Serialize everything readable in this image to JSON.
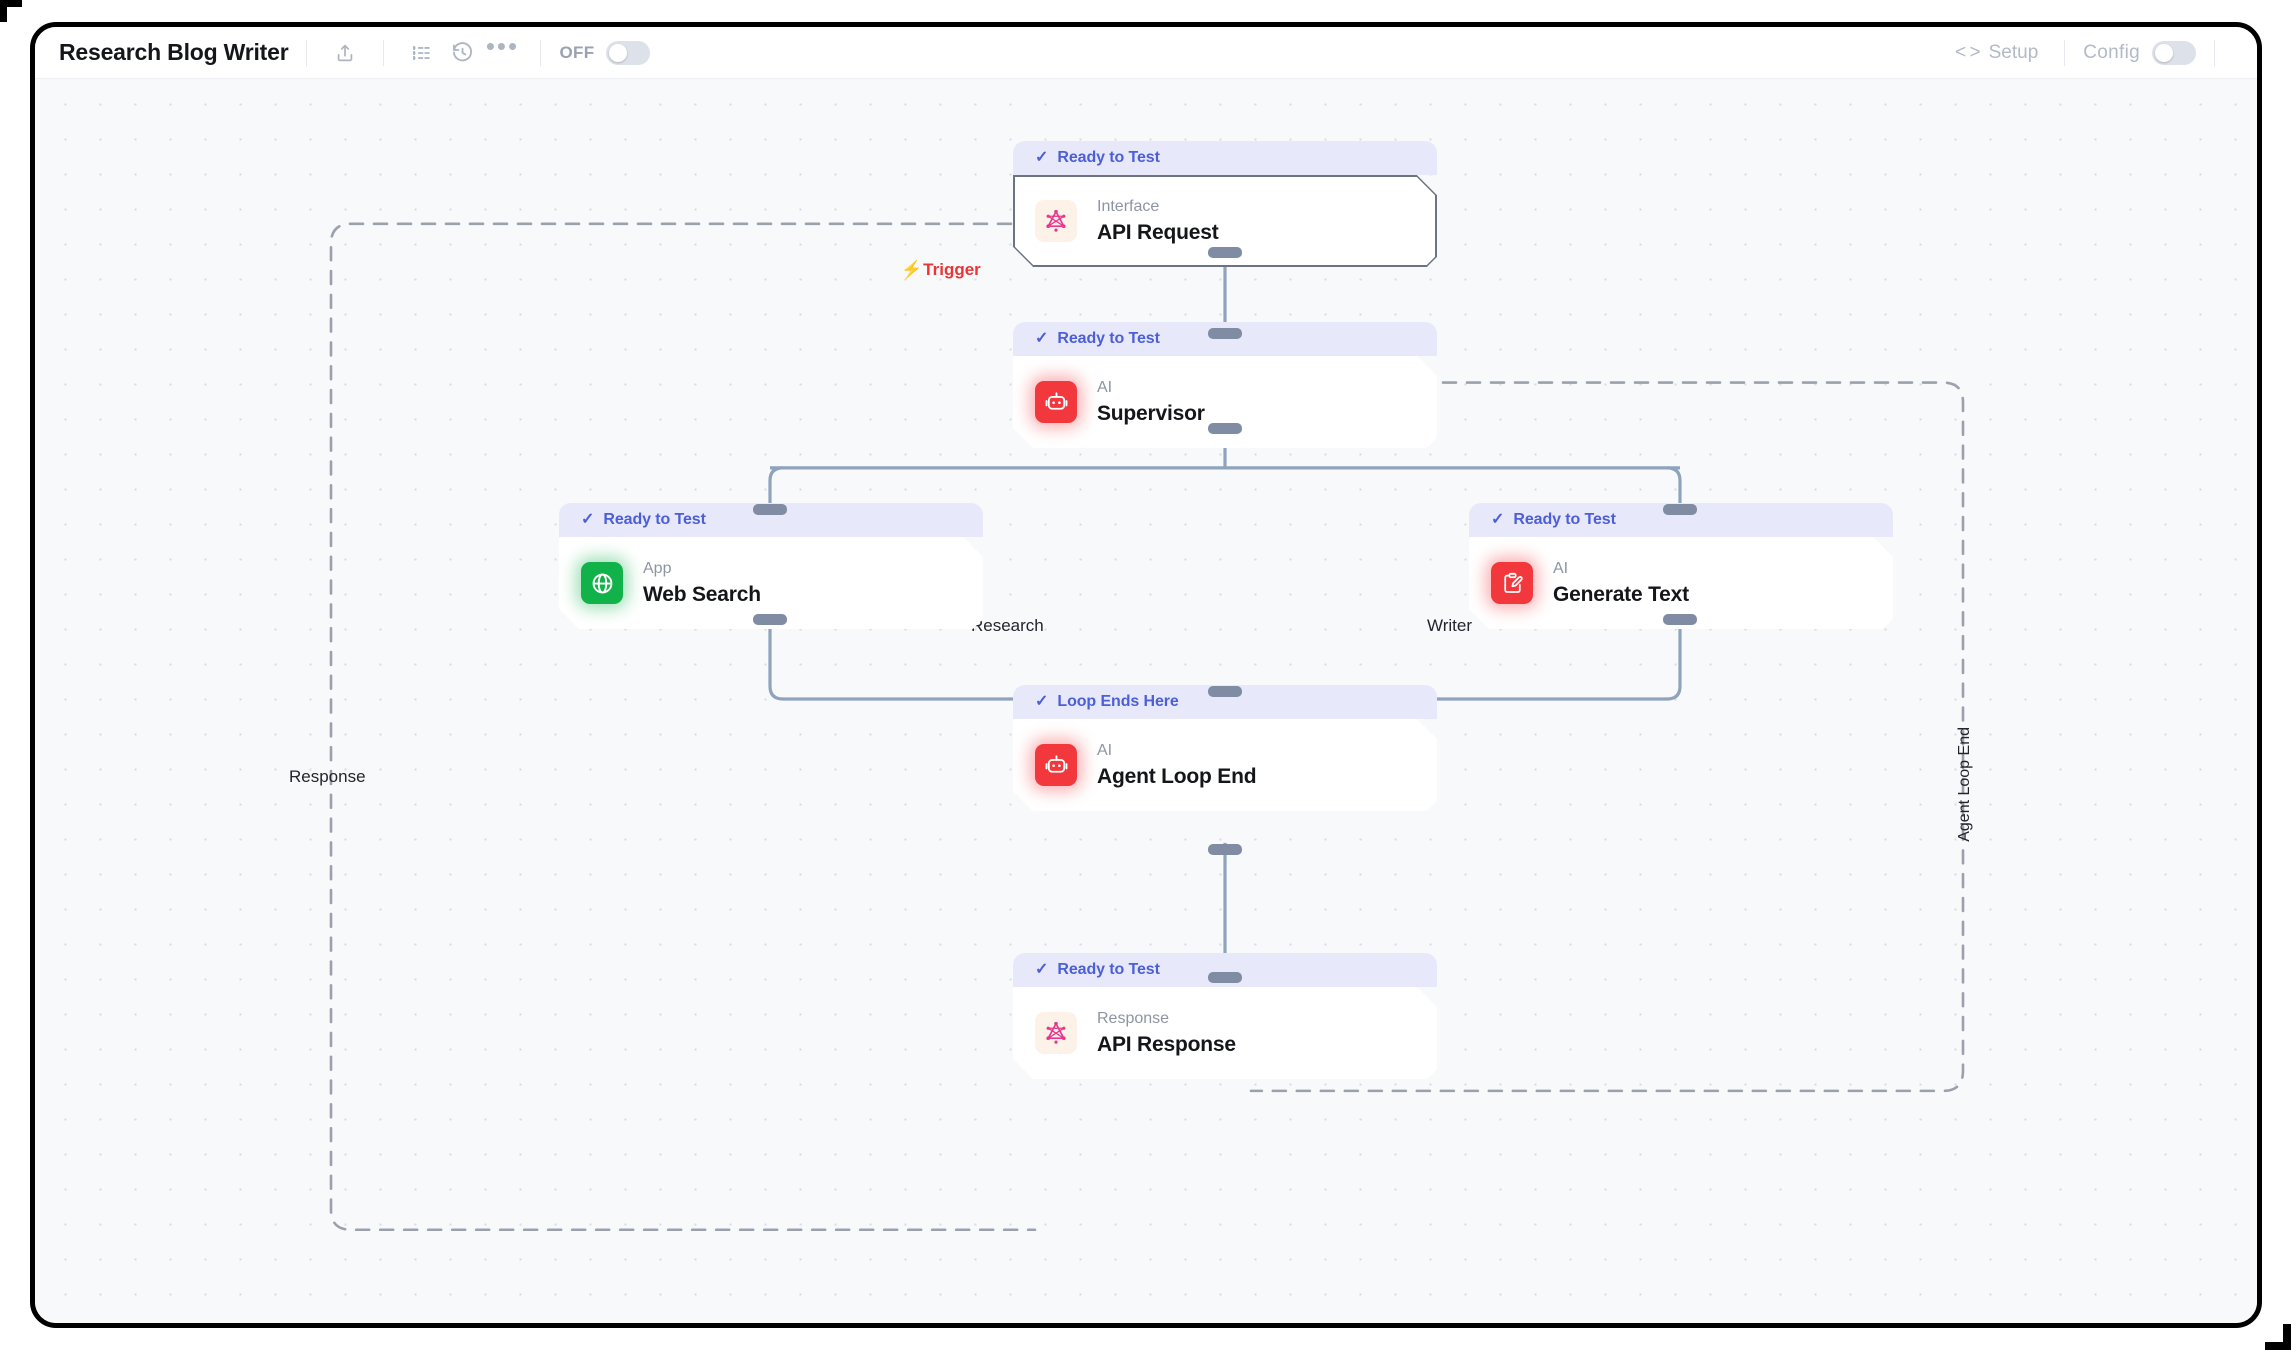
{
  "header": {
    "title": "Research Blog Writer",
    "icons": [
      {
        "name": "share-icon",
        "label": "Share"
      },
      {
        "name": "checklist-icon",
        "label": "Tasks"
      },
      {
        "name": "history-icon",
        "label": "History"
      },
      {
        "name": "more-icon",
        "label": "More"
      }
    ],
    "more_glyph": "•••",
    "power_toggle": {
      "label": "OFF",
      "state": "off"
    },
    "setup_button": {
      "label": "Setup",
      "glyph": "< >"
    },
    "config_toggle": {
      "label": "Config",
      "state": "off"
    }
  },
  "colors": {
    "canvas_bg": "#f8f9fb",
    "grid_dot": "#d6dae4",
    "status_bg": "#e7e9fb",
    "status_text": "#4c5fd7",
    "edge_stroke": "#8fa3bd",
    "loop_stroke": "#9aa1ad",
    "handle": "#7f8ca3",
    "trigger_red": "#eb3434",
    "icon_red": "#f2383c",
    "icon_green": "#12b24a",
    "icon_pink": "#e8378f"
  },
  "nodes": [
    {
      "id": "api-request",
      "status": "Ready to Test",
      "kind": "Interface",
      "name": "API Request",
      "icon": "graphql-icon",
      "icon_style": "pink",
      "outlined": true
    },
    {
      "id": "supervisor",
      "status": "Ready to Test",
      "kind": "AI",
      "name": "Supervisor",
      "icon": "robot-icon",
      "icon_style": "red",
      "outlined": false
    },
    {
      "id": "web-search",
      "status": "Ready to Test",
      "kind": "App",
      "name": "Web Search",
      "icon": "globe-icon",
      "icon_style": "green",
      "outlined": false
    },
    {
      "id": "generate-text",
      "status": "Ready to Test",
      "kind": "AI",
      "name": "Generate Text",
      "icon": "clipboard-pencil-icon",
      "icon_style": "red",
      "outlined": false
    },
    {
      "id": "agent-loop-end",
      "status": "Loop Ends Here",
      "kind": "AI",
      "name": "Agent Loop End",
      "icon": "robot-icon",
      "icon_style": "red",
      "outlined": false
    },
    {
      "id": "api-response",
      "status": "Ready to Test",
      "kind": "Response",
      "name": "API Response",
      "icon": "graphql-icon",
      "icon_style": "pink",
      "outlined": false
    }
  ],
  "edge_labels": {
    "trigger": "Trigger",
    "trigger_glyph": "⚡",
    "research": "Research",
    "writer": "Writer",
    "response": "Response",
    "agent_loop_end": "Agent Loop End"
  }
}
